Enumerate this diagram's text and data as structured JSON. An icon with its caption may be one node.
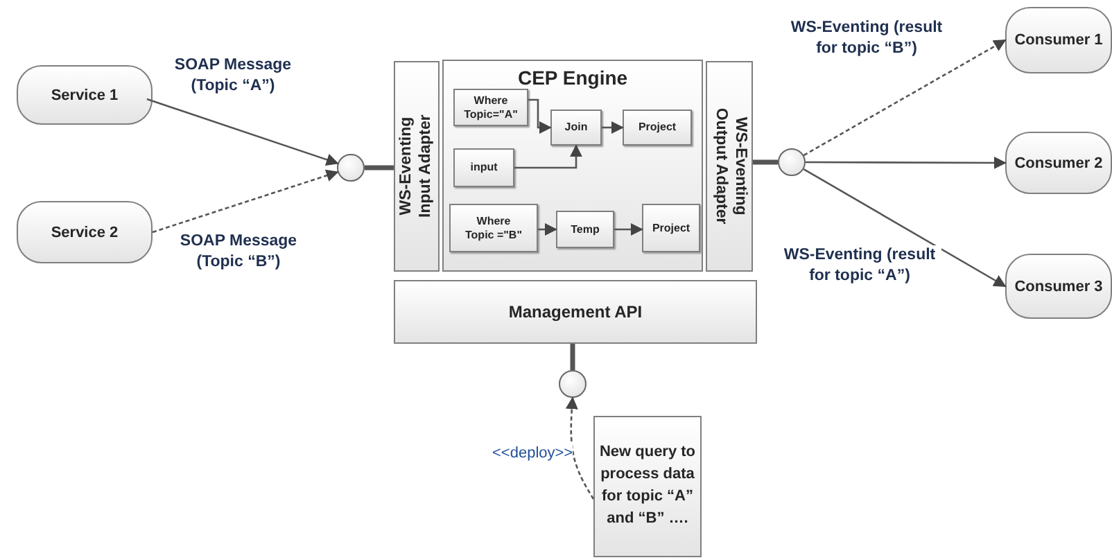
{
  "diagram": {
    "nodes": [
      {
        "text": [
          "Service 1"
        ]
      },
      {
        "text": [
          "Service 2"
        ]
      },
      {
        "text": [],
        "shape": "circle"
      },
      {
        "text": [
          "WS-Eventing Input Adapter"
        ]
      },
      {
        "text": [
          "CEP Engine"
        ]
      },
      {
        "text": [
          "Where Topic=\"A\""
        ],
        "in": 4
      },
      {
        "text": [
          "Join"
        ],
        "in": 4
      },
      {
        "text": [
          "Project"
        ],
        "in": 4
      },
      {
        "text": [
          "input"
        ],
        "in": 4
      },
      {
        "text": [
          "Where Topic =\"B\""
        ],
        "in": 4
      },
      {
        "text": [
          "Temp"
        ],
        "in": 4
      },
      {
        "text": [
          "Project"
        ],
        "in": 4
      },
      {
        "text": [
          "WS-Eventing Output Adapter"
        ]
      },
      {
        "text": [],
        "shape": "circle"
      },
      {
        "text": [
          "Consumer 1"
        ]
      },
      {
        "text": [
          "Consumer 2"
        ]
      },
      {
        "text": [
          "Consumer 3"
        ]
      },
      {
        "text": [
          "Management API"
        ]
      },
      {
        "text": [],
        "shape": "circle"
      },
      {
        "text": [
          "New query to process data for topic “A” and “B” …."
        ]
      }
    ],
    "edges": [
      {
        "from": 0,
        "to": 2,
        "arrow": "to",
        "label": "SOAP Message (Topic “A”)"
      },
      {
        "from": 1,
        "to": 2,
        "arrow": "to",
        "style": "dashed",
        "label": "SOAP Message (Topic “B”)"
      },
      {
        "from": 2,
        "to": 3,
        "arrow": "none",
        "style": "thick"
      },
      {
        "from": 5,
        "to": 6,
        "arrow": "to"
      },
      {
        "from": 8,
        "to": 6,
        "arrow": "to"
      },
      {
        "from": 6,
        "to": 7,
        "arrow": "to"
      },
      {
        "from": 9,
        "to": 10,
        "arrow": "to"
      },
      {
        "from": 10,
        "to": 11,
        "arrow": "to"
      },
      {
        "from": 12,
        "to": 13,
        "arrow": "none",
        "style": "thick"
      },
      {
        "from": 13,
        "to": 14,
        "arrow": "to",
        "style": "dashed",
        "label": "WS-Eventing (result for topic “B”)"
      },
      {
        "from": 13,
        "to": 15,
        "arrow": "to"
      },
      {
        "from": 13,
        "to": 16,
        "arrow": "to",
        "label": "WS-Eventing (result for topic “A”)"
      },
      {
        "from": 17,
        "to": 18,
        "arrow": "none",
        "style": "thick"
      },
      {
        "from": 19,
        "to": 18,
        "arrow": "to",
        "style": "dashed",
        "label": "<<deploy>>"
      }
    ]
  }
}
